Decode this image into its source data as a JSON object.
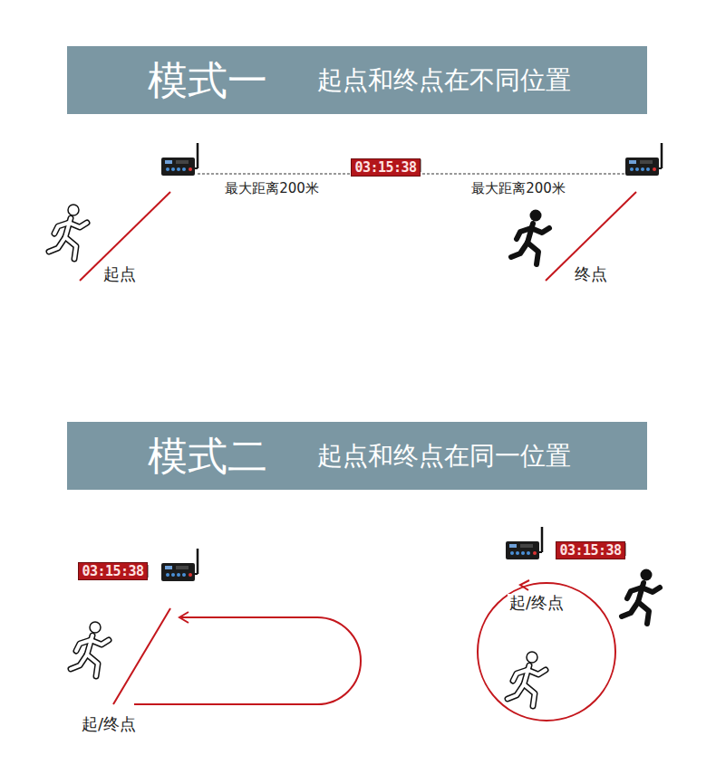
{
  "diagram": {
    "nodes": [
      {
        "text": [
          "模式一",
          "起点和终点在不同位置"
        ]
      },
      {
        "text": [
          "03:15:38"
        ]
      },
      {
        "text": [
          "模式二",
          "起点和终点在同一位置"
        ]
      },
      {
        "text": [
          "03:15:38"
        ]
      },
      {
        "text": [
          "03:15:38"
        ]
      }
    ],
    "labels": [
      "最大距离200米",
      "最大距离200米",
      "起点",
      "终点",
      "起/终点",
      "起/终点"
    ]
  }
}
